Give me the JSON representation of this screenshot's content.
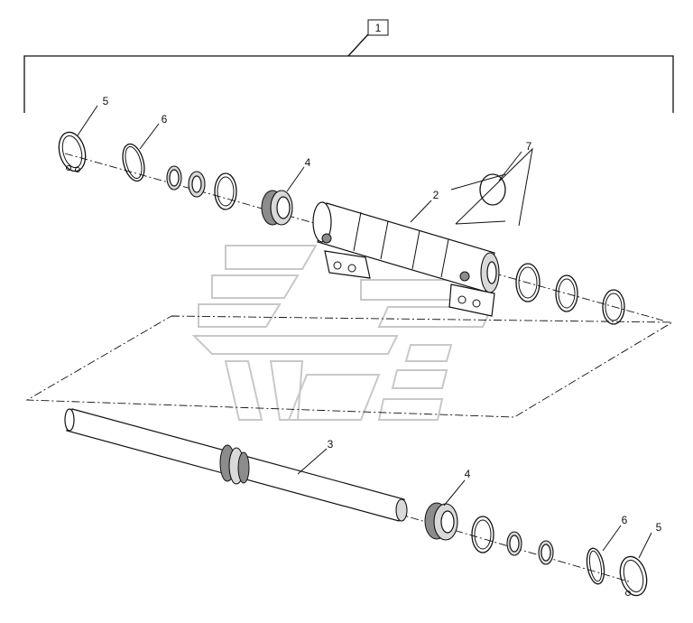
{
  "diagram": {
    "title": "",
    "callouts": [
      {
        "id": "c1",
        "text": "1",
        "boxed": true
      },
      {
        "id": "c2",
        "text": "2",
        "boxed": false
      },
      {
        "id": "c3",
        "text": "3",
        "boxed": false
      },
      {
        "id": "c4a",
        "text": "4",
        "boxed": false
      },
      {
        "id": "c4b",
        "text": "4",
        "boxed": false
      },
      {
        "id": "c5a",
        "text": "5",
        "boxed": false
      },
      {
        "id": "c5b",
        "text": "5",
        "boxed": false
      },
      {
        "id": "c6a",
        "text": "6",
        "boxed": false
      },
      {
        "id": "c6b",
        "text": "6",
        "boxed": false
      },
      {
        "id": "c7",
        "text": "7",
        "boxed": false
      }
    ],
    "colors": {
      "line": "#111111",
      "watermark": "#c8c8c8",
      "shade": "#d9d9d9"
    }
  }
}
